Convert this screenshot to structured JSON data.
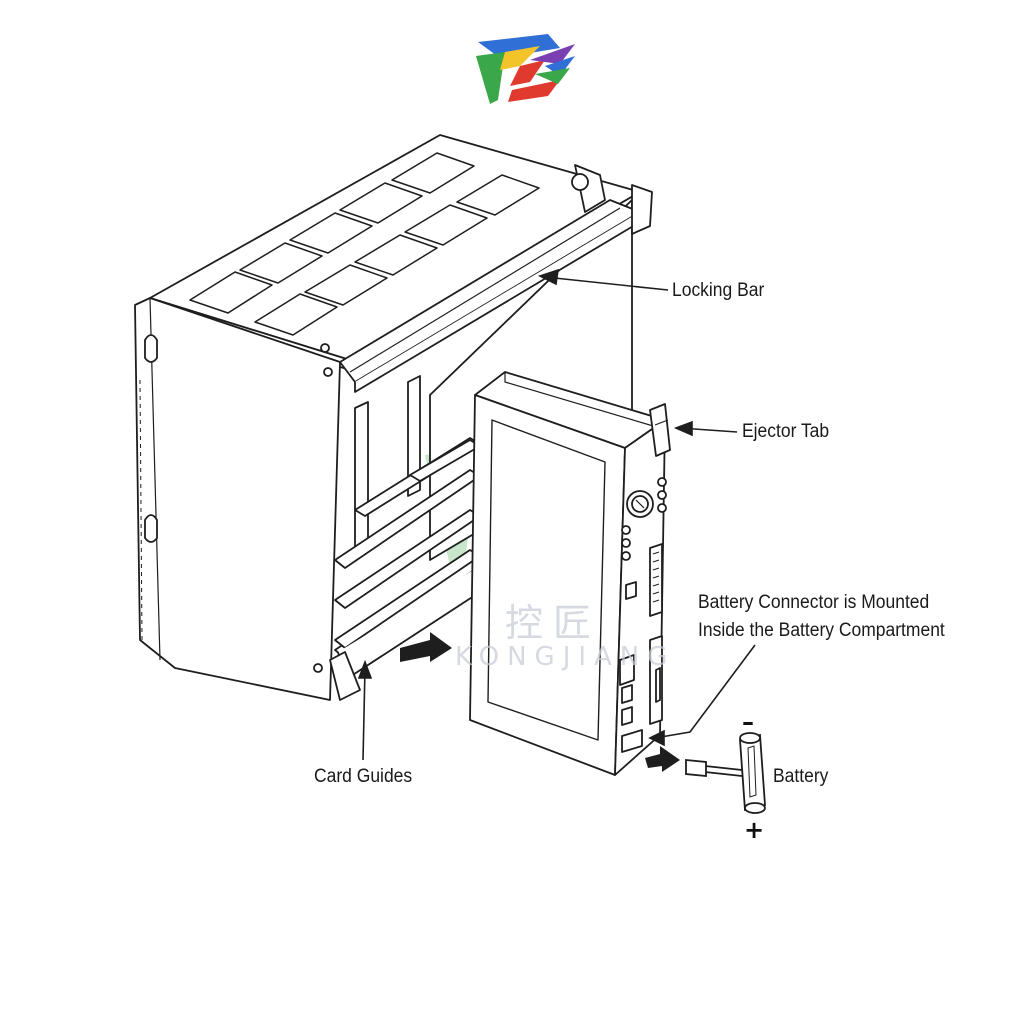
{
  "labels": {
    "locking_bar": "Locking Bar",
    "ejector_tab": "Ejector Tab",
    "battery_connector_line1": "Battery Connector is Mounted",
    "battery_connector_line2": "Inside the Battery Compartment",
    "card_guides": "Card Guides",
    "battery": "Battery",
    "minus": "–",
    "plus": "+"
  },
  "watermark": {
    "cn": "控匠",
    "en": "KONGJIANG"
  },
  "colors": {
    "line": "#1e1e1e",
    "fill": "#ffffff",
    "shade": "#e6e6e6",
    "logo_red": "#e03a2f",
    "logo_blue": "#2f6fd6",
    "logo_green": "#3aa84a",
    "logo_yellow": "#f2c42a",
    "logo_purple": "#7a3fb0"
  }
}
